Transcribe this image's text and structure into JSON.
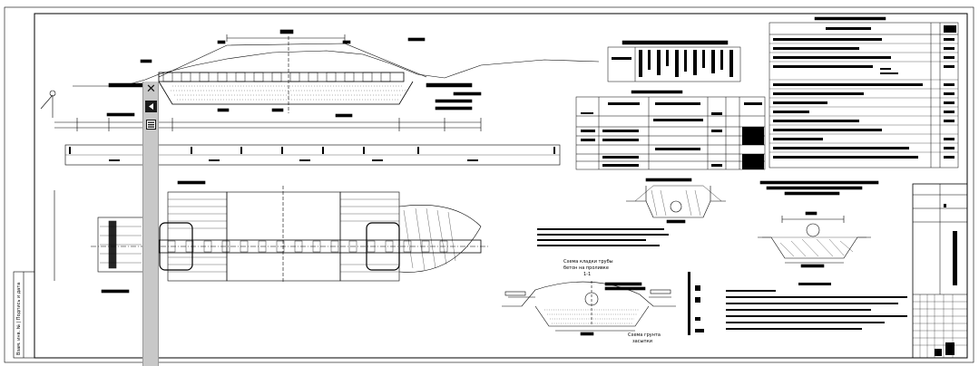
{
  "palette": {
    "close_glyph": "✕",
    "icons": [
      "close-icon",
      "collapse-left-icon",
      "properties-menu-icon"
    ]
  },
  "sheet": {
    "labels": {
      "pipe_scheme_line1": "Схема кладки трубы",
      "pipe_scheme_line2": "бетон на проливке",
      "section_mark": "1-1",
      "bottom_note_line1": "Схема грунта",
      "bottom_note_line2": "засыпки",
      "left_margin_vertical": "Взам. инв. № | Подпись и дата"
    }
  },
  "colors": {
    "line": "#000000",
    "paper": "#ffffff",
    "palette_bg": "#c8c8c8"
  }
}
